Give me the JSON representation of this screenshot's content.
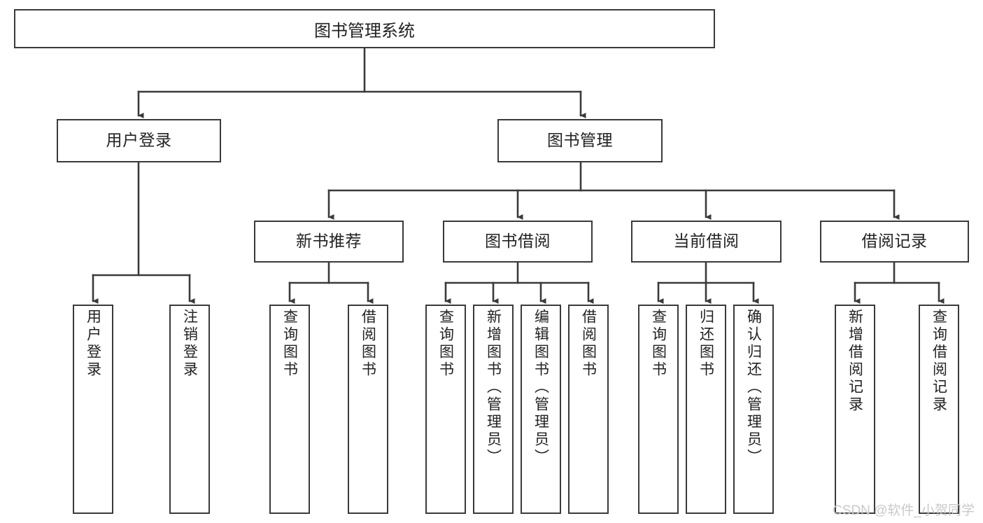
{
  "diagram": {
    "type": "tree",
    "title": "图书管理系统",
    "watermark": "CSDN @软件_小贺同学",
    "colors": {
      "box_border": "#3a3a3a",
      "box_fill": "#ffffff",
      "line": "#3a3a3a",
      "text": "#222222",
      "watermark": "#c9c9c9"
    },
    "root": {
      "label": "图书管理系统"
    },
    "level2": [
      {
        "label": "用户登录"
      },
      {
        "label": "图书管理"
      }
    ],
    "level3": [
      {
        "label": "新书推荐"
      },
      {
        "label": "图书借阅"
      },
      {
        "label": "当前借阅"
      },
      {
        "label": "借阅记录"
      }
    ],
    "leaves": {
      "user_login": [
        {
          "label": "用户登录"
        },
        {
          "label": "注销登录"
        }
      ],
      "new_book": [
        {
          "label": "查询图书"
        },
        {
          "label": "借阅图书"
        }
      ],
      "borrow_book": [
        {
          "label": "查询图书"
        },
        {
          "label": "新增图书（管理员）"
        },
        {
          "label": "编辑图书（管理员）"
        },
        {
          "label": "借阅图书"
        }
      ],
      "current_borrow": [
        {
          "label": "查询图书"
        },
        {
          "label": "归还图书"
        },
        {
          "label": "确认归还（管理员）"
        }
      ],
      "borrow_record": [
        {
          "label": "新增借阅记录"
        },
        {
          "label": "查询借阅记录"
        }
      ]
    }
  }
}
